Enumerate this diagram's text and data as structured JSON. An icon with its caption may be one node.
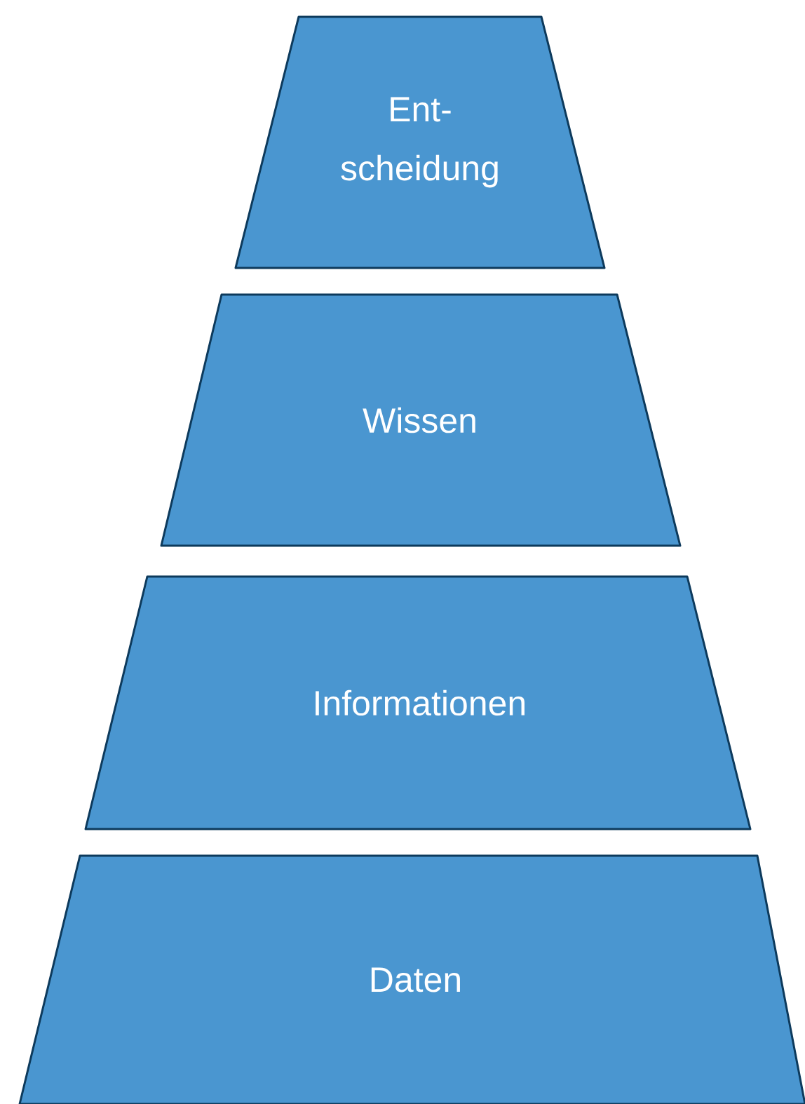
{
  "diagram": {
    "nodes": [
      {
        "text": [
          "Ent- scheidung"
        ]
      },
      {
        "text": [
          "Wissen"
        ]
      },
      {
        "text": [
          "Informationen"
        ]
      },
      {
        "text": [
          "Daten"
        ]
      }
    ]
  }
}
